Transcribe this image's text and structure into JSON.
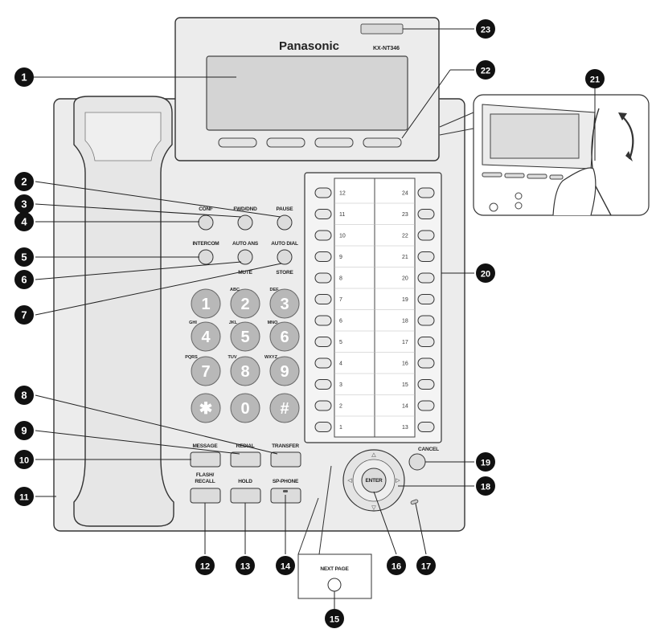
{
  "phone": {
    "brand": "Panasonic",
    "model": "KX-NT346"
  },
  "buttons": {
    "pause": "PAUSE",
    "fwd_dnd": "FWD/DND",
    "conf": "CONF",
    "intercom": "INTERCOM",
    "auto_ans": "AUTO ANS",
    "mute": "MUTE",
    "auto_dial": "AUTO DIAL",
    "store": "STORE",
    "message": "MESSAGE",
    "redial": "REDIAL",
    "transfer": "TRANSFER",
    "flash_recall_1": "FLASH/",
    "flash_recall_2": "RECALL",
    "hold": "HOLD",
    "sp_phone": "SP-PHONE",
    "cancel": "CANCEL",
    "enter": "ENTER",
    "next_page": "NEXT PAGE"
  },
  "keypad": [
    {
      "digit": "1",
      "letters": ""
    },
    {
      "digit": "2",
      "letters": "ABC"
    },
    {
      "digit": "3",
      "letters": "DEF"
    },
    {
      "digit": "4",
      "letters": "GHI"
    },
    {
      "digit": "5",
      "letters": "JKL"
    },
    {
      "digit": "6",
      "letters": "MNO"
    },
    {
      "digit": "7",
      "letters": "PQRS"
    },
    {
      "digit": "8",
      "letters": "TUV"
    },
    {
      "digit": "9",
      "letters": "WXYZ"
    },
    {
      "digit": "✱",
      "letters": ""
    },
    {
      "digit": "0",
      "letters": ""
    },
    {
      "digit": "#",
      "letters": ""
    }
  ],
  "cf_left": [
    "12",
    "11",
    "10",
    "9",
    "8",
    "7",
    "6",
    "5",
    "4",
    "3",
    "2",
    "1"
  ],
  "cf_right": [
    "24",
    "23",
    "22",
    "21",
    "20",
    "19",
    "18",
    "17",
    "16",
    "15",
    "14",
    "13"
  ],
  "callouts": [
    "1",
    "2",
    "3",
    "4",
    "5",
    "6",
    "7",
    "8",
    "9",
    "10",
    "11",
    "12",
    "13",
    "14",
    "15",
    "16",
    "17",
    "18",
    "19",
    "20",
    "21",
    "22",
    "23"
  ],
  "colors": {
    "body": "#ececec",
    "outline": "#333333",
    "key": "#b8b8b8",
    "callout": "#111111"
  }
}
